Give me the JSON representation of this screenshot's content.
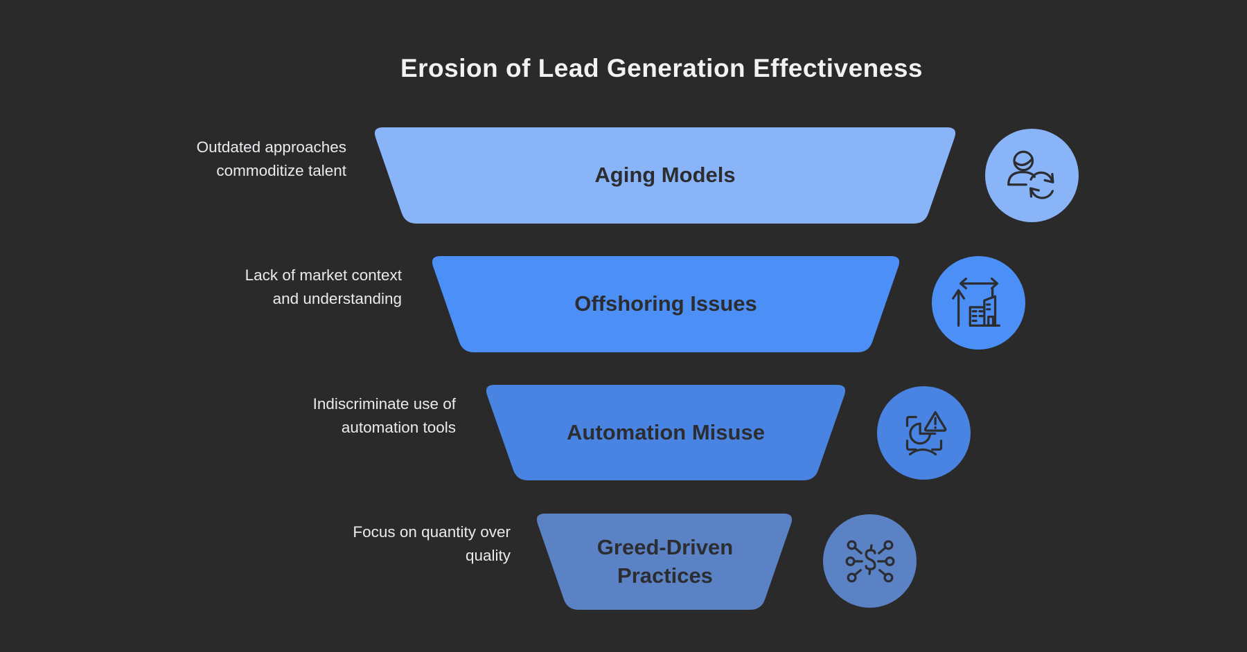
{
  "title": "Erosion of Lead Generation Effectiveness",
  "colors": {
    "background": "#2a2a2b",
    "title_text": "#f2f2f4",
    "side_note_text": "#e9ebee",
    "level_label_text": "#2b2d31",
    "icon_stroke": "#2b2d31"
  },
  "chart_data": {
    "type": "funnel",
    "title": "Erosion of Lead Generation Effectiveness",
    "levels": 4,
    "order": "widest-top"
  },
  "funnel": {
    "levels": [
      {
        "label": "Aging Models",
        "side_note": "Outdated approaches\ncommoditize talent",
        "color": "#8ab4f8",
        "icon": "person-refresh-icon"
      },
      {
        "label": "Offshoring Issues",
        "side_note": "Lack of market context\nand understanding",
        "color": "#4c8ff7",
        "icon": "building-growth-icon"
      },
      {
        "label": "Automation Misuse",
        "side_note": "Indiscriminate use of\nautomation tools",
        "color": "#4a84e2",
        "icon": "automation-warning-icon"
      },
      {
        "label": "Greed-Driven Practices",
        "side_note": "Focus on quantity over\nquality",
        "color": "#5b82c4",
        "icon": "money-network-icon"
      }
    ]
  }
}
